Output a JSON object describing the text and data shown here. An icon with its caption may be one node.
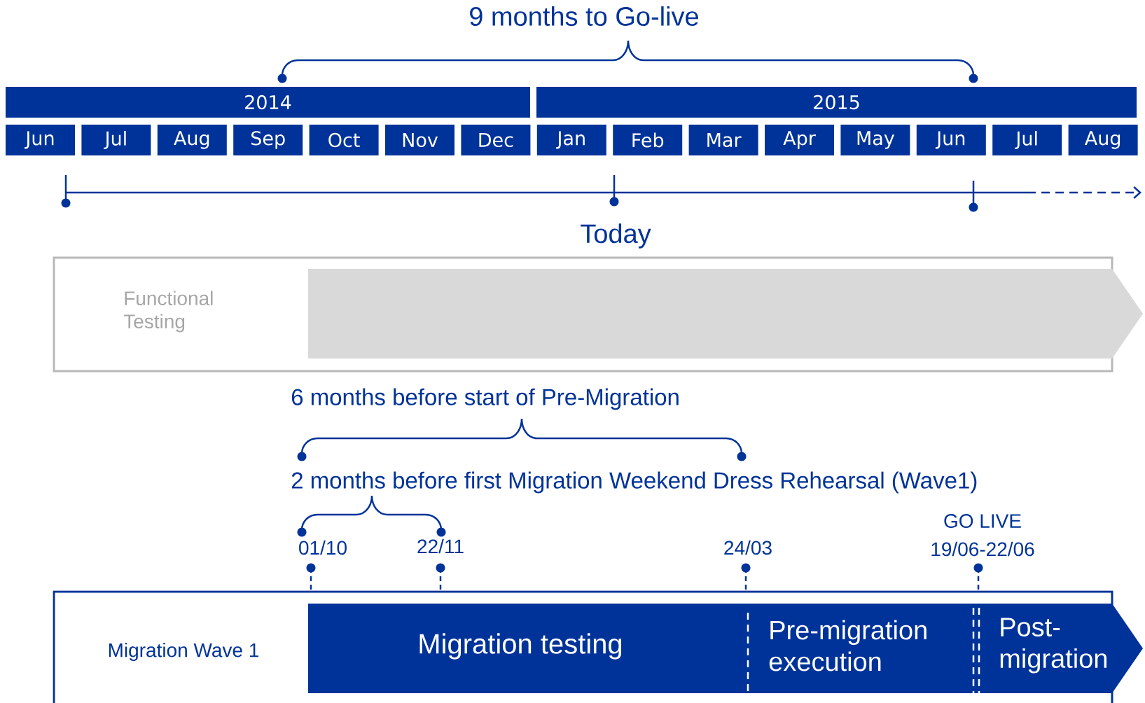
{
  "diagram": {
    "nodes": [
      {
        "text": [
          "2014"
        ]
      },
      {
        "text": [
          "2015"
        ]
      },
      {
        "text": [
          "Jun"
        ]
      },
      {
        "text": [
          "Jul"
        ]
      },
      {
        "text": [
          "Aug"
        ]
      },
      {
        "text": [
          "Sep"
        ]
      },
      {
        "text": [
          "Oct"
        ]
      },
      {
        "text": [
          "Nov"
        ]
      },
      {
        "text": [
          "Dec"
        ]
      },
      {
        "text": [
          "Jan"
        ]
      },
      {
        "text": [
          "Feb"
        ]
      },
      {
        "text": [
          "Mar"
        ]
      },
      {
        "text": [
          "Apr"
        ]
      },
      {
        "text": [
          "May"
        ]
      },
      {
        "text": [
          "Jun"
        ]
      },
      {
        "text": [
          "Jul"
        ]
      },
      {
        "text": [
          "Aug"
        ]
      },
      {
        "text": [
          "Functional Testing"
        ]
      },
      {
        "text": [],
        "shape": "arrow",
        "in": 17
      },
      {
        "text": [
          "Migration Wave 1"
        ]
      },
      {
        "text": [
          "Migration testing"
        ],
        "in": 19
      },
      {
        "text": [
          "Pre-migration execution"
        ],
        "in": 19
      },
      {
        "text": [
          "Post-migration"
        ],
        "in": 19
      }
    ],
    "labels": [
      "9 months to Go-live",
      "Today",
      "6 months before start of Pre-Migration",
      "2 months before first Migration Weekend Dress Rehearsal (Wave1)",
      "01/10",
      "22/11",
      "24/03",
      "GO LIVE",
      "19/06-22/06"
    ]
  }
}
